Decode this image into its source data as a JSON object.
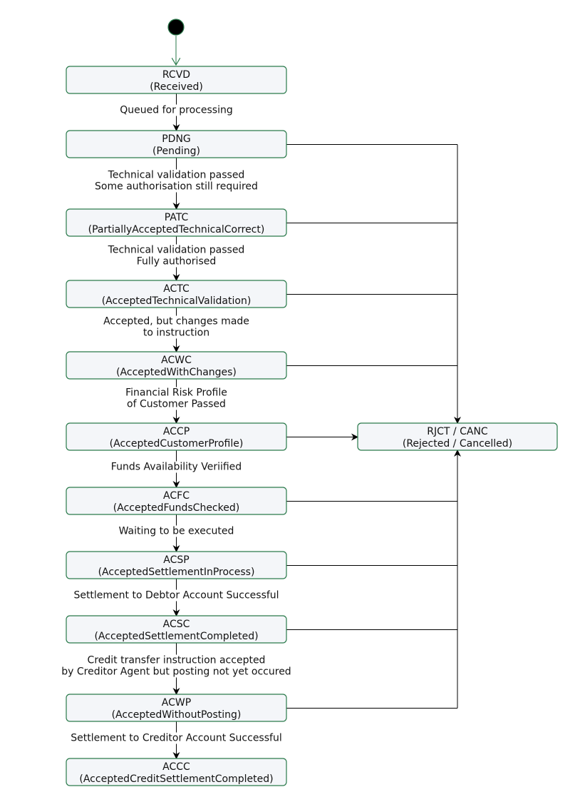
{
  "start_node": {
    "label": ""
  },
  "states": [
    {
      "id": "RCVD",
      "code": "RCVD",
      "name": "(Received)"
    },
    {
      "id": "PDNG",
      "code": "PDNG",
      "name": "(Pending)"
    },
    {
      "id": "PATC",
      "code": "PATC",
      "name": "(PartiallyAcceptedTechnicalCorrect)"
    },
    {
      "id": "ACTC",
      "code": "ACTC",
      "name": "(AcceptedTechnicalValidation)"
    },
    {
      "id": "ACWC",
      "code": "ACWC",
      "name": "(AcceptedWithChanges)"
    },
    {
      "id": "ACCP",
      "code": "ACCP",
      "name": "(AcceptedCustomerProfile)"
    },
    {
      "id": "ACFC",
      "code": "ACFC",
      "name": "(AcceptedFundsChecked)"
    },
    {
      "id": "ACSP",
      "code": "ACSP",
      "name": "(AcceptedSettlementInProcess)"
    },
    {
      "id": "ACSC",
      "code": "ACSC",
      "name": "(AcceptedSettlementCompleted)"
    },
    {
      "id": "ACWP",
      "code": "ACWP",
      "name": "(AcceptedWithoutPosting)"
    },
    {
      "id": "ACCC",
      "code": "ACCC",
      "name": "(AcceptedCreditSettlementCompleted)"
    }
  ],
  "reject_state": {
    "id": "RJCT",
    "code": "RJCT / CANC",
    "name": "(Rejected / Cancelled)"
  },
  "transitions": [
    {
      "from": "RCVD",
      "to": "PDNG",
      "lines": [
        "Queued for processing"
      ]
    },
    {
      "from": "PDNG",
      "to": "PATC",
      "lines": [
        "Technical validation passed",
        "Some authorisation still required"
      ]
    },
    {
      "from": "PATC",
      "to": "ACTC",
      "lines": [
        "Technical validation passed",
        "Fully authorised"
      ]
    },
    {
      "from": "ACTC",
      "to": "ACWC",
      "lines": [
        "Accepted, but changes made",
        "to instruction"
      ]
    },
    {
      "from": "ACWC",
      "to": "ACCP",
      "lines": [
        "Financial Risk Profile",
        "of Customer Passed"
      ]
    },
    {
      "from": "ACCP",
      "to": "ACFC",
      "lines": [
        "Funds Availability Veriified"
      ]
    },
    {
      "from": "ACFC",
      "to": "ACSP",
      "lines": [
        "Waiting to be executed"
      ]
    },
    {
      "from": "ACSP",
      "to": "ACSC",
      "lines": [
        "Settlement to Debtor Account Successful"
      ]
    },
    {
      "from": "ACSC",
      "to": "ACWP",
      "lines": [
        "Credit transfer instruction accepted",
        "by Creditor Agent but posting not yet occured"
      ]
    },
    {
      "from": "ACWP",
      "to": "ACCC",
      "lines": [
        "Settlement to Creditor Account Successful"
      ]
    }
  ],
  "reject_sources": [
    "PDNG",
    "PATC",
    "ACTC",
    "ACWC",
    "ACCP",
    "ACFC",
    "ACSP",
    "ACSC",
    "ACWP"
  ],
  "colors": {
    "node_border": "#2a7a4b",
    "node_fill": "#f4f6f9",
    "start_fill": "#000000",
    "start_border": "#2a7a4b",
    "edge": "#000000"
  }
}
